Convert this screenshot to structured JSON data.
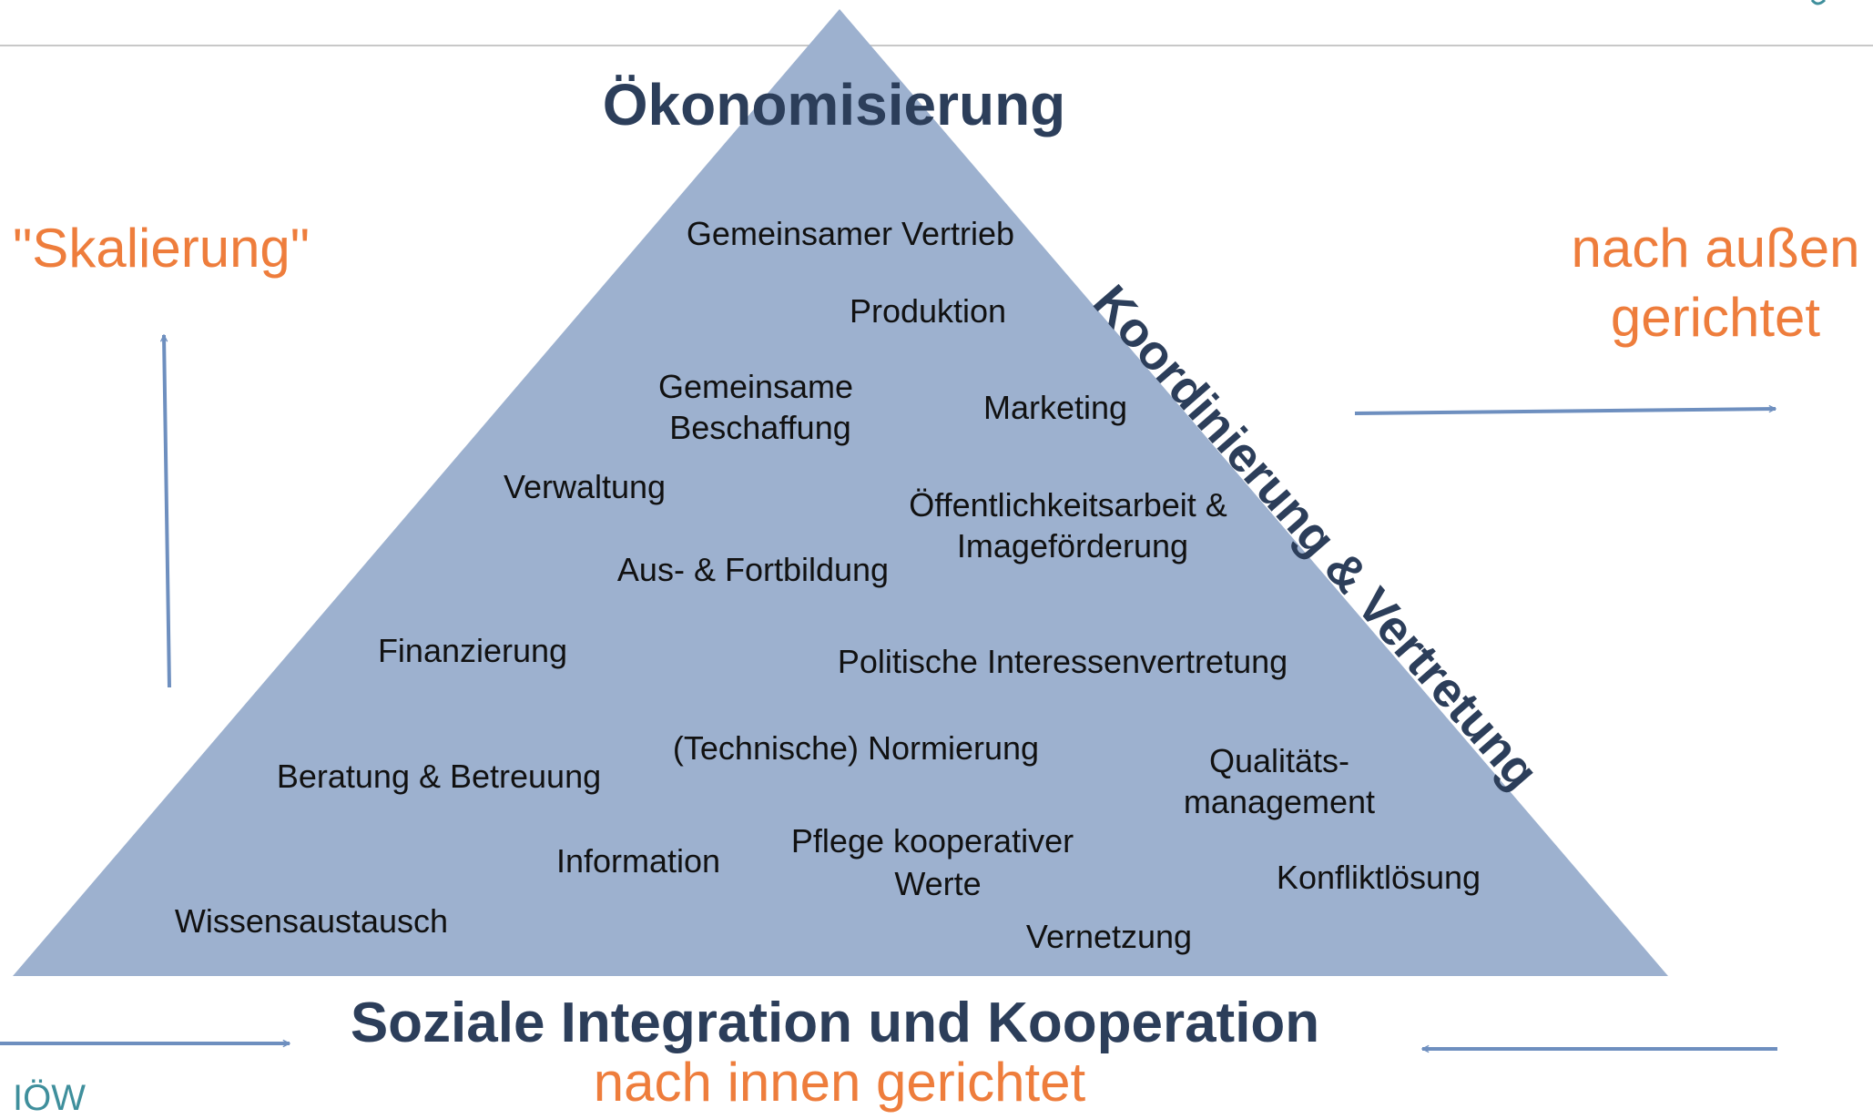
{
  "colors": {
    "pyramid_fill": "#9db1cf",
    "arrow": "#6e8fbf",
    "heading": "#2c3e5a",
    "accent_orange": "#ee7d3c",
    "footer_teal": "#3f8f9c",
    "header_rule": "#c8c8c8"
  },
  "diagram": {
    "top_title": "Ökonomisierung",
    "bottom_title": "Soziale Integration und Kooperation",
    "bottom_subtitle": "nach innen gerichtet",
    "side_label": "Koordinierung & Vertretung",
    "left_label": "\"Skalierung\"",
    "right_label_line1": "nach außen",
    "right_label_line2": "gerichtet",
    "footer_logo": "IÖW",
    "items": {
      "gemeinsamer_vertrieb": "Gemeinsamer Vertrieb",
      "produktion": "Produktion",
      "gemeinsame_beschaffung_1": "Gemeinsame",
      "gemeinsame_beschaffung_2": "Beschaffung",
      "marketing": "Marketing",
      "verwaltung": "Verwaltung",
      "oeffentlichkeitsarbeit_1": "Öffentlichkeitsarbeit &",
      "oeffentlichkeitsarbeit_2": "Imageförderung",
      "aus_fortbildung": "Aus- & Fortbildung",
      "finanzierung": "Finanzierung",
      "politische_interessenvertretung": "Politische Interessenvertretung",
      "technische_normierung": "(Technische) Normierung",
      "qualitaetsmanagement_1": "Qualitäts-",
      "qualitaetsmanagement_2": "management",
      "beratung_betreuung": "Beratung & Betreuung",
      "information": "Information",
      "pflege_werte_1": "Pflege kooperativer",
      "pflege_werte_2": "Werte",
      "konfliktloesung": "Konfliktlösung",
      "wissensaustausch": "Wissensaustausch",
      "vernetzung": "Vernetzung"
    }
  }
}
